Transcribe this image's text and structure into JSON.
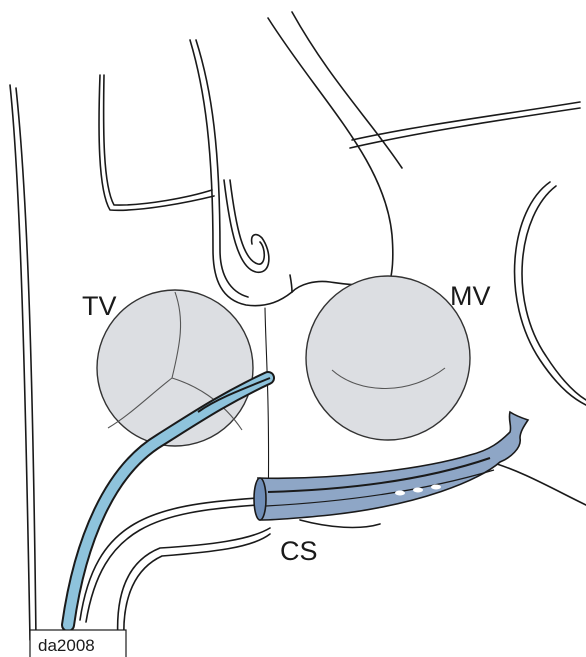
{
  "labels": {
    "tricuspid_valve": "TV",
    "mitral_valve": "MV",
    "coronary_sinus": "CS",
    "credit": "da2008"
  },
  "colors": {
    "valve_fill": "#dcdee2",
    "catheter_blue": "#8ec3dc",
    "sinus_blue": "#8ea6c6",
    "line": "#1a1a1a"
  }
}
